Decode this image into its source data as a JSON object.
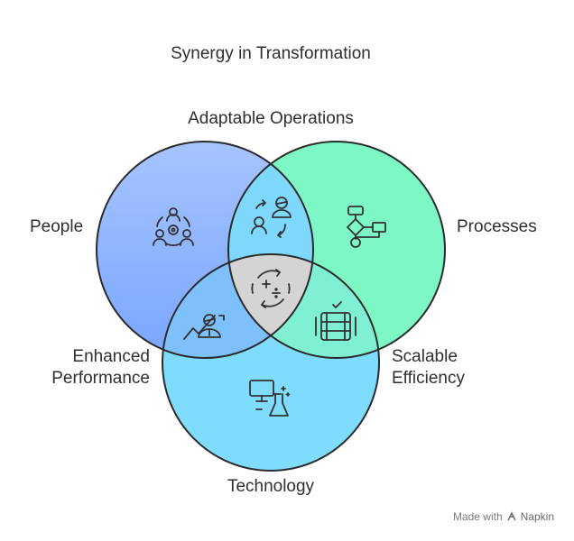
{
  "title": "Synergy in Transformation",
  "labels": {
    "adaptable": "Adaptable Operations",
    "people": "People",
    "processes": "Processes",
    "enhanced_line1": "Enhanced",
    "enhanced_line2": "Performance",
    "scalable_line1": "Scalable",
    "scalable_line2": "Efficiency",
    "technology": "Technology"
  },
  "circles": {
    "people": {
      "name": "People",
      "color": "#8fb5ff"
    },
    "processes": {
      "name": "Processes",
      "color": "#7ef7c6"
    },
    "technology": {
      "name": "Technology",
      "color": "#7fdcfc"
    },
    "center": {
      "color": "#d4d4d4"
    }
  },
  "icons": {
    "people": "people-gear-icon",
    "adaptable": "people-cycle-icon",
    "processes": "flowchart-icon",
    "center": "calculation-cycle-icon",
    "enhanced": "growth-person-icon",
    "scalable": "server-check-icon",
    "technology": "computer-flask-icon"
  },
  "watermark": {
    "prefix": "Made with",
    "brand": "Napkin"
  }
}
